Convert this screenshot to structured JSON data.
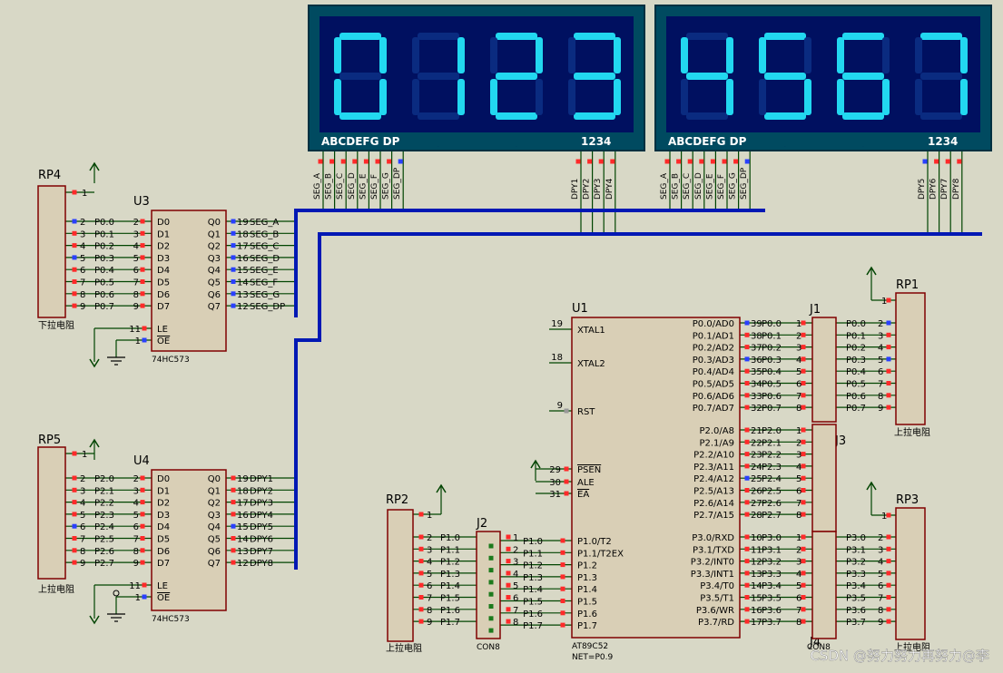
{
  "display_left": {
    "digits": [
      "0",
      "1",
      "2",
      "3"
    ],
    "pins_label": "ABCDEFG  DP",
    "select_label": "1234",
    "seg_nets": [
      "SEG_A",
      "SEG_B",
      "SEG_C",
      "SEG_D",
      "SEG_E",
      "SEG_F",
      "SEG_G",
      "SEG_DP"
    ],
    "dpy_nets": [
      "DPY1",
      "DPY2",
      "DPY3",
      "DPY4"
    ]
  },
  "display_right": {
    "digits": [
      "4",
      "5",
      "6",
      "7"
    ],
    "pins_label": "ABCDEFG  DP",
    "select_label": "1234",
    "seg_nets": [
      "SEG_A",
      "SEG_B",
      "SEG_C",
      "SEG_D",
      "SEG_E",
      "SEG_F",
      "SEG_G",
      "SEG_DP"
    ],
    "dpy_nets": [
      "DPY5",
      "DPY6",
      "DPY7",
      "DPY8"
    ]
  },
  "rp4": {
    "ref": "RP4",
    "label": "下拉电阻",
    "pin1": "1",
    "pins": [
      "2",
      "3",
      "4",
      "5",
      "6",
      "7",
      "8",
      "9"
    ],
    "nets": [
      "P0.0",
      "P0.1",
      "P0.2",
      "P0.3",
      "P0.4",
      "P0.5",
      "P0.6",
      "P0.7"
    ]
  },
  "u3": {
    "ref": "U3",
    "part": "74HC573",
    "d_pins": [
      "2",
      "3",
      "4",
      "5",
      "6",
      "7",
      "8",
      "9"
    ],
    "d_names": [
      "D0",
      "D1",
      "D2",
      "D3",
      "D4",
      "D5",
      "D6",
      "D7"
    ],
    "q_names": [
      "Q0",
      "Q1",
      "Q2",
      "Q3",
      "Q4",
      "Q5",
      "Q6",
      "Q7"
    ],
    "q_pins": [
      "19",
      "18",
      "17",
      "16",
      "15",
      "14",
      "13",
      "12"
    ],
    "q_nets": [
      "SEG_A",
      "SEG_B",
      "SEG_C",
      "SEG_D",
      "SEG_E",
      "SEG_F",
      "SEG_G",
      "SEG_DP"
    ],
    "ctrl": [
      {
        "pin": "11",
        "name": "LE"
      },
      {
        "pin": "1",
        "name": "OE"
      }
    ]
  },
  "rp5": {
    "ref": "RP5",
    "label": "上拉电阻",
    "pin1": "1",
    "pins": [
      "2",
      "3",
      "4",
      "5",
      "6",
      "7",
      "8",
      "9"
    ],
    "nets": [
      "P2.0",
      "P2.1",
      "P2.2",
      "P2.3",
      "P2.4",
      "P2.5",
      "P2.6",
      "P2.7"
    ]
  },
  "u4": {
    "ref": "U4",
    "part": "74HC573",
    "d_pins": [
      "2",
      "3",
      "4",
      "5",
      "6",
      "7",
      "8",
      "9"
    ],
    "d_names": [
      "D0",
      "D1",
      "D2",
      "D3",
      "D4",
      "D5",
      "D6",
      "D7"
    ],
    "q_names": [
      "Q0",
      "Q1",
      "Q2",
      "Q3",
      "Q4",
      "Q5",
      "Q6",
      "Q7"
    ],
    "q_pins": [
      "19",
      "18",
      "17",
      "16",
      "15",
      "14",
      "13",
      "12"
    ],
    "q_nets": [
      "DPY1",
      "DPY2",
      "DPY3",
      "DPY4",
      "DPY5",
      "DPY6",
      "DPY7",
      "DPY8"
    ],
    "ctrl": [
      {
        "pin": "11",
        "name": "LE"
      },
      {
        "pin": "1",
        "name": "OE"
      }
    ]
  },
  "u1": {
    "ref": "U1",
    "part": "AT89C52",
    "net": "NET=P0.9",
    "left_top": [
      {
        "pin": "19",
        "name": "XTAL1"
      },
      {
        "pin": "18",
        "name": "XTAL2"
      },
      {
        "pin": "9",
        "name": "RST"
      }
    ],
    "left_ctrl": [
      {
        "pin": "29",
        "name": "PSEN"
      },
      {
        "pin": "30",
        "name": "ALE"
      },
      {
        "pin": "31",
        "name": "EA"
      }
    ],
    "p1_pins": [
      "1",
      "2",
      "3",
      "4",
      "5",
      "6",
      "7",
      "8"
    ],
    "p1_names": [
      "P1.0/T2",
      "P1.1/T2EX",
      "P1.2",
      "P1.3",
      "P1.4",
      "P1.5",
      "P1.6",
      "P1.7"
    ],
    "p1_nets": [
      "P1.0",
      "P1.1",
      "P1.2",
      "P1.3",
      "P1.4",
      "P1.5",
      "P1.6",
      "P1.7"
    ],
    "p0_names": [
      "P0.0/AD0",
      "P0.1/AD1",
      "P0.2/AD2",
      "P0.3/AD3",
      "P0.4/AD4",
      "P0.5/AD5",
      "P0.6/AD6",
      "P0.7/AD7"
    ],
    "p0_pins": [
      "39",
      "38",
      "37",
      "36",
      "35",
      "34",
      "33",
      "32"
    ],
    "p0_nets": [
      "P0.0",
      "P0.1",
      "P0.2",
      "P0.3",
      "P0.4",
      "P0.5",
      "P0.6",
      "P0.7"
    ],
    "p2_names": [
      "P2.0/A8",
      "P2.1/A9",
      "P2.2/A10",
      "P2.3/A11",
      "P2.4/A12",
      "P2.5/A13",
      "P2.6/A14",
      "P2.7/A15"
    ],
    "p2_pins": [
      "21",
      "22",
      "23",
      "24",
      "25",
      "26",
      "27",
      "28"
    ],
    "p2_nets": [
      "P2.0",
      "P2.1",
      "P2.2",
      "P2.3",
      "P2.4",
      "P2.5",
      "P2.6",
      "P2.7"
    ],
    "p3_names": [
      "P3.0/RXD",
      "P3.1/TXD",
      "P3.2/INT0",
      "P3.3/INT1",
      "P3.4/T0",
      "P3.5/T1",
      "P3.6/WR",
      "P3.7/RD"
    ],
    "p3_pins": [
      "10",
      "11",
      "12",
      "13",
      "14",
      "15",
      "16",
      "17"
    ],
    "p3_nets": [
      "P3.0",
      "P3.1",
      "P3.2",
      "P3.3",
      "P3.4",
      "P3.5",
      "P3.6",
      "P3.7"
    ]
  },
  "j1": {
    "ref": "J1",
    "pins": [
      "1",
      "2",
      "3",
      "4",
      "5",
      "6",
      "7",
      "8"
    ]
  },
  "j3": {
    "ref": "J3",
    "pins": [
      "1",
      "2",
      "3",
      "4",
      "5",
      "6",
      "7",
      "8"
    ]
  },
  "j4": {
    "ref": "J4",
    "part": "CON8",
    "pins": [
      "1",
      "2",
      "3",
      "4",
      "5",
      "6",
      "7",
      "8"
    ]
  },
  "j2": {
    "ref": "J2",
    "part": "CON8",
    "pins": [
      "1",
      "2",
      "3",
      "4",
      "5",
      "6",
      "7",
      "8"
    ]
  },
  "rp1": {
    "ref": "RP1",
    "label": "上拉电阻",
    "pin1": "1",
    "pins": [
      "2",
      "3",
      "4",
      "5",
      "6",
      "7",
      "8",
      "9"
    ],
    "nets": [
      "P0.0",
      "P0.1",
      "P0.2",
      "P0.3",
      "P0.4",
      "P0.5",
      "P0.6",
      "P0.7"
    ]
  },
  "rp3": {
    "ref": "RP3",
    "label": "上拉电阻",
    "pin1": "1",
    "pins": [
      "2",
      "3",
      "4",
      "5",
      "6",
      "7",
      "8",
      "9"
    ],
    "nets": [
      "P3.0",
      "P3.1",
      "P3.2",
      "P3.3",
      "P3.4",
      "P3.5",
      "P3.6",
      "P3.7"
    ]
  },
  "rp2": {
    "ref": "RP2",
    "label": "上拉电阻",
    "pin1": "1",
    "pins": [
      "2",
      "3",
      "4",
      "5",
      "6",
      "7",
      "8",
      "9"
    ],
    "nets": [
      "P1.0",
      "P1.1",
      "P1.2",
      "P1.3",
      "P1.4",
      "P1.5",
      "P1.6",
      "P1.7"
    ]
  },
  "watermark": "CSDN @努力努力再努力@李",
  "colors": {
    "background": "#d8d8c6",
    "component_fill": "#d9cfb6",
    "component_outline": "#800000",
    "wire": "#004400",
    "bus": "#0018b4",
    "display_body": "#004a60",
    "display_face": "#001060",
    "segment_on": "#22d8f0",
    "segment_off": "#0a2b80",
    "label_text": "#000000"
  }
}
